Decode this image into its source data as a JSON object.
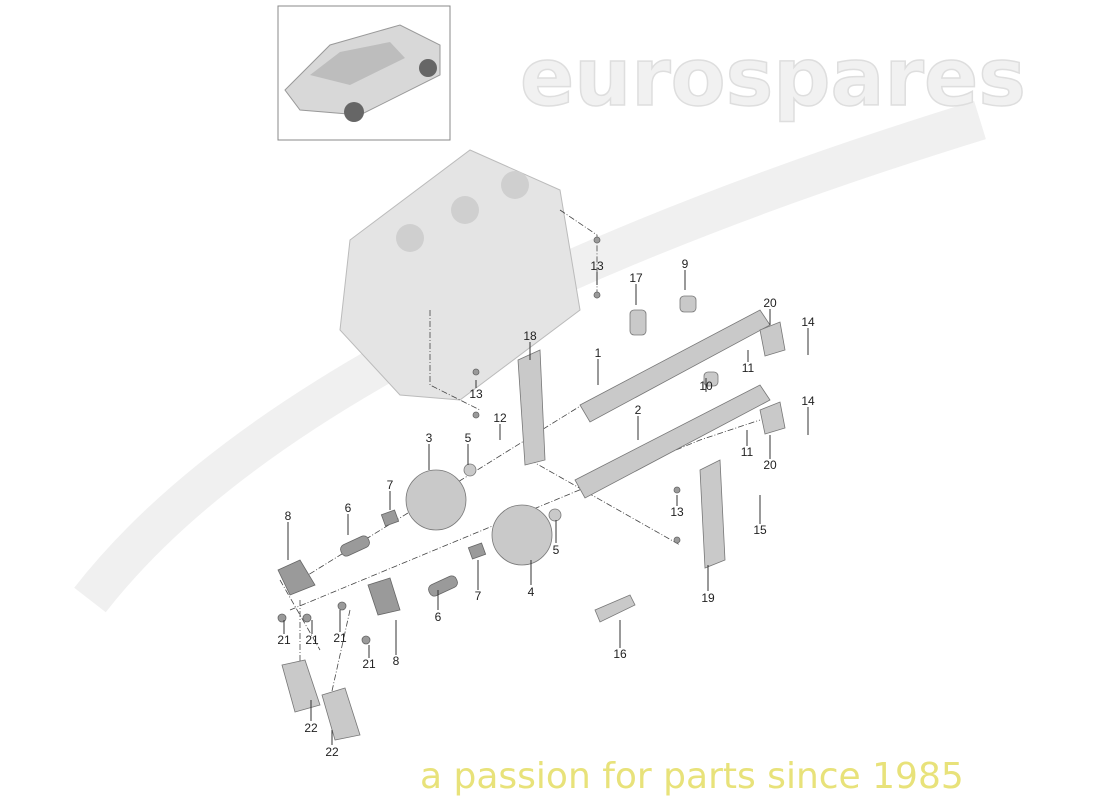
{
  "diagram": {
    "title": "Camshaft / timing components",
    "thumbnail": "car-thumbnail",
    "callouts": [
      "1",
      "2",
      "3",
      "4",
      "5",
      "5",
      "6",
      "6",
      "7",
      "7",
      "8",
      "8",
      "9",
      "10",
      "11",
      "11",
      "12",
      "13",
      "13",
      "13",
      "14",
      "14",
      "15",
      "16",
      "17",
      "18",
      "19",
      "20",
      "20",
      "21",
      "21",
      "21",
      "21",
      "22",
      "22"
    ]
  },
  "watermark": {
    "brand": "eurospares",
    "tagline": "a passion for parts since 1985",
    "tagline_color": "#f3f09a"
  }
}
